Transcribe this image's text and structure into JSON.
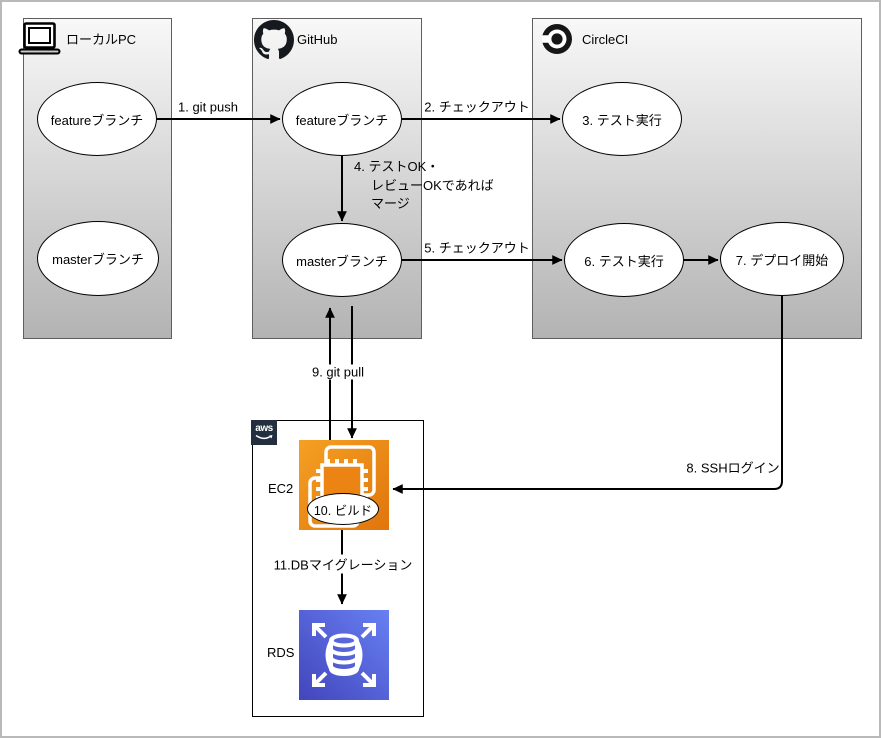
{
  "zones": {
    "local": {
      "label": "ローカルPC"
    },
    "github": {
      "label": "GitHub"
    },
    "circleci": {
      "label": "CircleCI"
    },
    "aws": {
      "badge": "aws",
      "ec2_label": "EC2",
      "rds_label": "RDS"
    }
  },
  "nodes": {
    "local_feature": {
      "label": "featureブランチ"
    },
    "local_master": {
      "label": "masterブランチ"
    },
    "github_feature": {
      "label": "featureブランチ"
    },
    "github_master": {
      "label": "masterブランチ"
    },
    "circleci_test_run_3": {
      "label": "3. テスト実行"
    },
    "circleci_test_run_6": {
      "label": "6. テスト実行"
    },
    "circleci_deploy_7": {
      "label": "7. デプロイ開始"
    },
    "ec2_build_10": {
      "label": "10. ビルド"
    }
  },
  "edges": {
    "git_push": {
      "label": "1. git push"
    },
    "checkout_feature": {
      "label": "2. チェックアウト"
    },
    "merge": {
      "line1": "4. テストOK・",
      "line2": "レビューOKであれば",
      "line3": "マージ"
    },
    "checkout_master": {
      "label": "5. チェックアウト"
    },
    "ssh_login": {
      "label": "8. SSHログイン"
    },
    "git_pull": {
      "label": "9. git pull"
    },
    "db_migration": {
      "label": "11.DBマイグレーション"
    }
  },
  "icons": {
    "laptop": "laptop-icon",
    "github": "github-octocat-icon",
    "circleci": "circleci-icon",
    "aws_badge": "aws-logo",
    "ec2": "ec2-service-icon",
    "rds": "rds-service-icon"
  },
  "colors": {
    "zone_gradient_top": "#f8f8f8",
    "zone_gradient_bottom": "#b3b3b3",
    "zone_border": "#5f5f5f",
    "node_fill": "#ffffff",
    "node_border": "#000000",
    "arrow": "#000000",
    "ec2_gradient_start": "#f59c20",
    "ec2_gradient_end": "#e2740b",
    "rds_gradient_start": "#6780f2",
    "rds_gradient_end": "#4345bc",
    "aws_badge_bg": "#232f3e",
    "page_border": "#b9b9b9"
  }
}
